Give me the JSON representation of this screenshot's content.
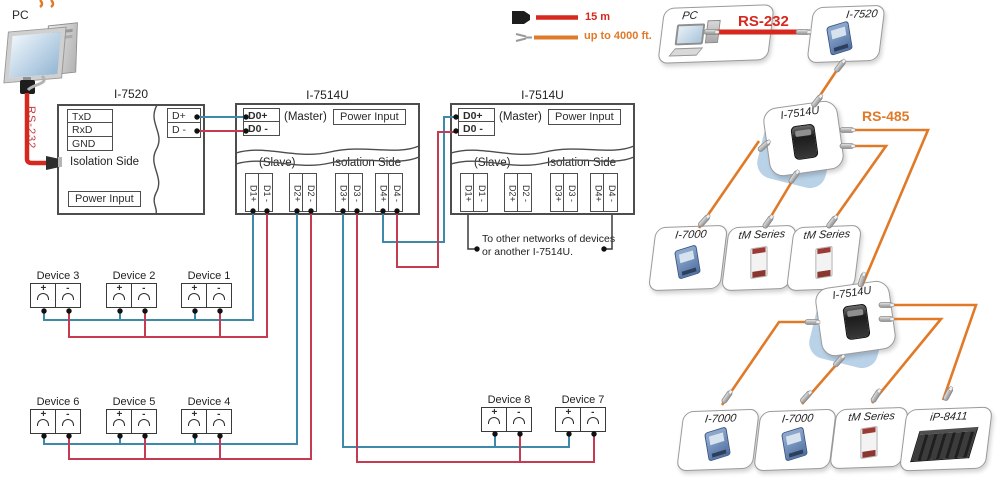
{
  "colors": {
    "wire_blue": "#3E88AA",
    "wire_red": "#C43B52",
    "cable_red": "#D6281E",
    "orange": "#E07A28",
    "label_red": "#C23B42",
    "ink": "#3a3a3a"
  },
  "top_left": {
    "pc_label": "PC",
    "rs232_label": "RS-232"
  },
  "legend": {
    "red_length": "15 m",
    "orange_length": "up to 4000 ft."
  },
  "i7520": {
    "title": "I-7520",
    "left_terminals": [
      "TxD",
      "RxD",
      "GND"
    ],
    "isolation_label": "Isolation Side",
    "power_label": "Power Input",
    "right_terminals": [
      "D+",
      "D -"
    ]
  },
  "m1": {
    "title": "I-7514U",
    "d0": [
      "D0+",
      "D0 -"
    ],
    "master": "(Master)",
    "power": "Power Input",
    "slave": "(Slave)",
    "isolation": "Isolation Side",
    "pairs": [
      [
        "D1+",
        "D1 -"
      ],
      [
        "D2+",
        "D2 -"
      ],
      [
        "D3+",
        "D3 -"
      ],
      [
        "D4+",
        "D4 -"
      ]
    ]
  },
  "m2": {
    "title": "I-7514U",
    "d0": [
      "D0+",
      "D0 -"
    ],
    "master": "(Master)",
    "power": "Power Input",
    "slave": "(Slave)",
    "isolation": "Isolation Side",
    "pairs": [
      [
        "D1+",
        "D1 -"
      ],
      [
        "D2+",
        "D2 -"
      ],
      [
        "D3+",
        "D3 -"
      ],
      [
        "D4+",
        "D4 -"
      ]
    ]
  },
  "note": {
    "line1": "To other networks of devices",
    "line2": "or another I-7514U."
  },
  "device_rows": {
    "row1": [
      "Device 3",
      "Device 2",
      "Device 1"
    ],
    "row2": [
      "Device 6",
      "Device 5",
      "Device 4"
    ],
    "row3": [
      "Device 8",
      "Device 7"
    ]
  },
  "terminal_signs": {
    "plus": "+",
    "minus": "-"
  },
  "topology": {
    "pc_label": "PC",
    "rs232_label": "RS-232",
    "rs485_label": "RS-485",
    "i7520_label": "I-7520",
    "hub1_label": "I-7514U",
    "hub2_label": "I-7514U",
    "middle_row": [
      "I-7000",
      "tM Series",
      "tM Series"
    ],
    "bottom_row": [
      "I-7000",
      "I-7000",
      "tM Series",
      "iP-8411"
    ]
  }
}
